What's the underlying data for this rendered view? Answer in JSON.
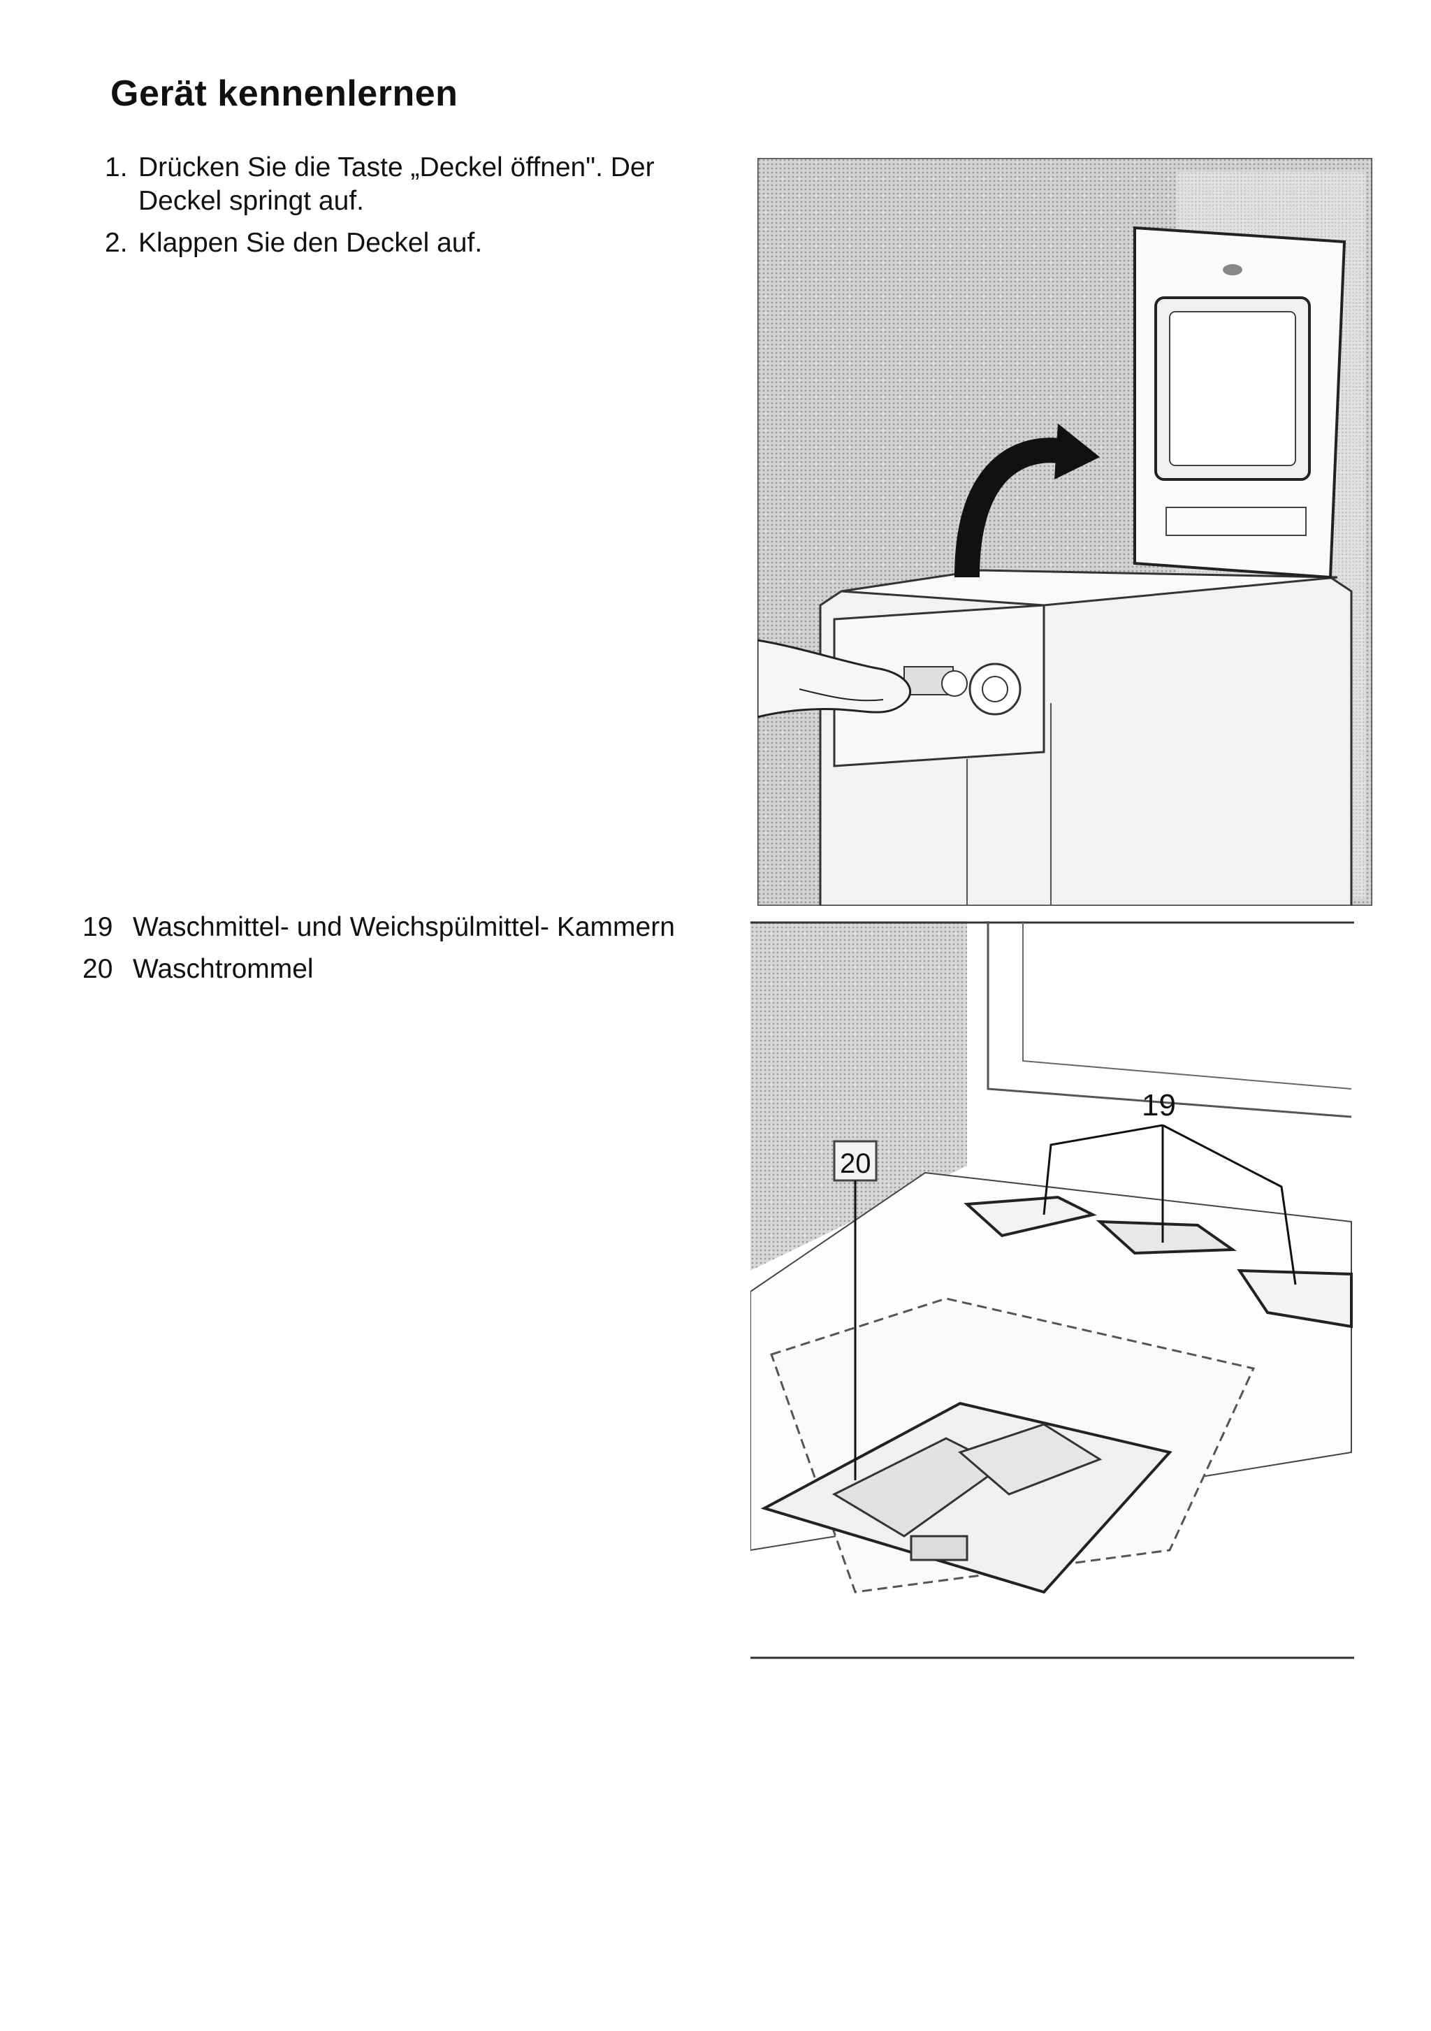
{
  "page": {
    "title": "Gerät kennenlernen"
  },
  "steps": [
    {
      "number": "1.",
      "text": "Drücken Sie die Taste „Deckel öffnen\". Der Deckel springt auf."
    },
    {
      "number": "2.",
      "text": "Klappen Sie den Deckel auf."
    }
  ],
  "parts": [
    {
      "number": "19",
      "text": "Waschmittel- und Weichspülmittel- Kammern"
    },
    {
      "number": "20",
      "text": "Waschtrommel"
    }
  ],
  "figure_labels": {
    "detergent_compartments": "19",
    "drum": "20"
  }
}
